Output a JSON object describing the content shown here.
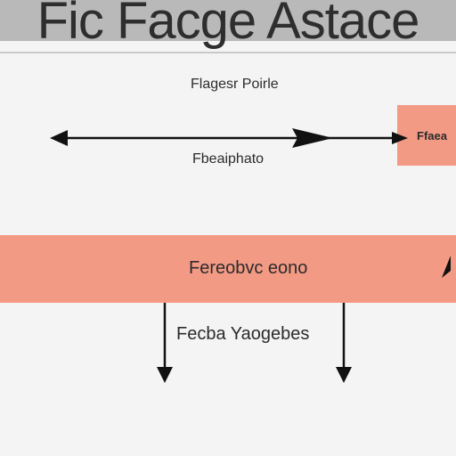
{
  "header": {
    "title": "Fic Facge Astace"
  },
  "labels": {
    "top": "Flagesr Poirle",
    "middle": "Fbeaiphato",
    "side_box": "Ffaea",
    "band": "Fereobvc eono",
    "bottom": "Fecba Yaogebes"
  },
  "colors": {
    "header_bg": "#b9b9b9",
    "accent": "#f39a85",
    "line": "#111111"
  }
}
